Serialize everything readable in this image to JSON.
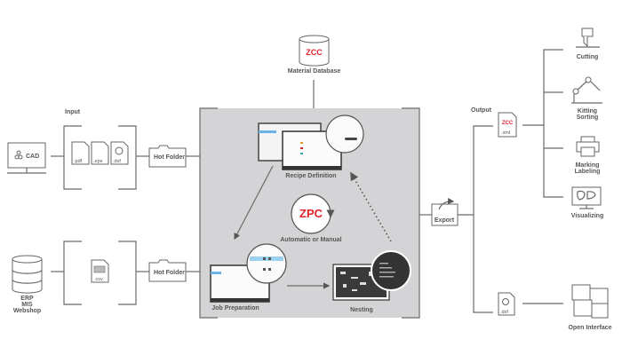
{
  "title": "ZPC workflow diagram",
  "input": {
    "label": "Input",
    "cad": "CAD",
    "files": [
      ".pdf",
      ".eps",
      ".dxf"
    ],
    "csv": ".csv",
    "hot_folder_top": "Hot Folder",
    "hot_folder_bottom": "Hot Folder",
    "erp_lines": [
      "ERP",
      "MIS",
      "Webshop"
    ]
  },
  "center": {
    "material_database": "Material Database",
    "db_logo": "ZCC",
    "recipe_definition": "Recipe Definition",
    "zpc_logo": "ZPC",
    "mode": "Automatic or Manual",
    "job_preparation": "Job Preparation",
    "nesting": "Nesting"
  },
  "output": {
    "label": "Output",
    "export": "Export",
    "xml_logo": "ZCC",
    "xml": ".xml",
    "dxf": ".dxf",
    "targets": [
      {
        "lines": [
          "Cutting"
        ],
        "icon": "cutter-icon"
      },
      {
        "lines": [
          "Kitting",
          "Sorting"
        ],
        "icon": "robot-arm-icon"
      },
      {
        "lines": [
          "Marking",
          "Labeling"
        ],
        "icon": "printer-icon"
      },
      {
        "lines": [
          "Visualizing"
        ],
        "icon": "monitor-icon"
      }
    ],
    "open_interface": "Open Interface"
  },
  "colors": {
    "brand_red": "#e0202a",
    "panel_gray": "#d4d4d6",
    "line": "#6a6a6a"
  }
}
